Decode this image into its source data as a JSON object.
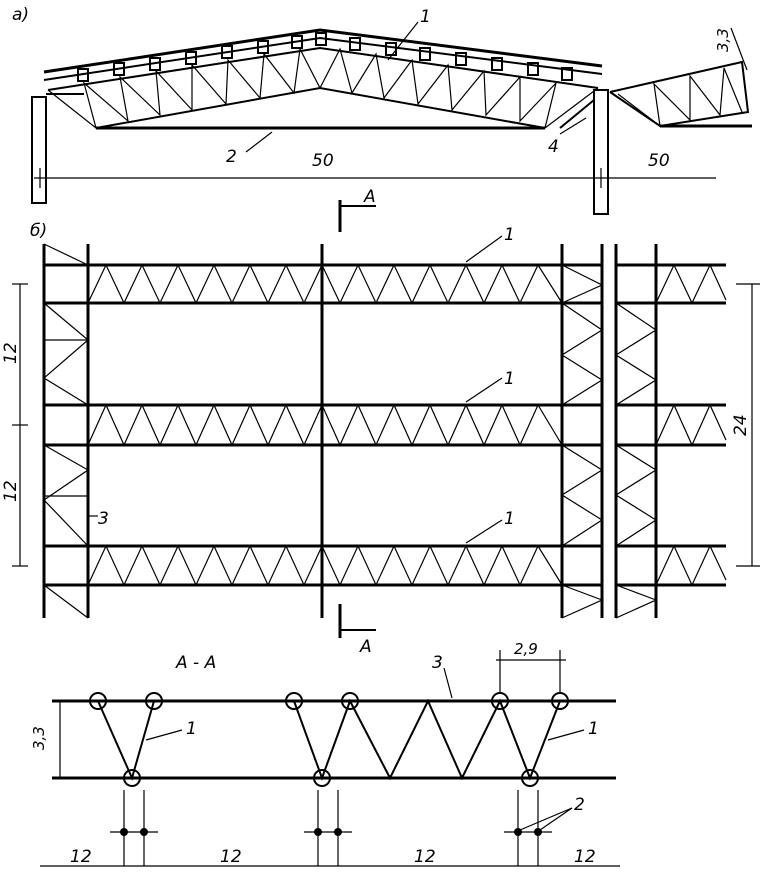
{
  "section_a": {
    "panel_label": "a)",
    "callouts": {
      "c1": "1",
      "c2": "2",
      "c4": "4"
    },
    "height_dim": "3,3",
    "spans": [
      "50",
      "50"
    ]
  },
  "section_cut": {
    "label": "A"
  },
  "section_b": {
    "panel_label": "б)",
    "callouts": {
      "c1a": "1",
      "c1b": "1",
      "c1c": "1",
      "c3": "3"
    },
    "dims_left": [
      "12",
      "12"
    ],
    "dim_right": "24"
  },
  "section_aa": {
    "title": "A - A",
    "height_dim": "3,3",
    "top_dim": "2,9",
    "callouts": {
      "c3": "3",
      "c1a": "1",
      "c1b": "1",
      "c2": "2"
    },
    "spans": [
      "12",
      "12",
      "12",
      "12"
    ]
  }
}
